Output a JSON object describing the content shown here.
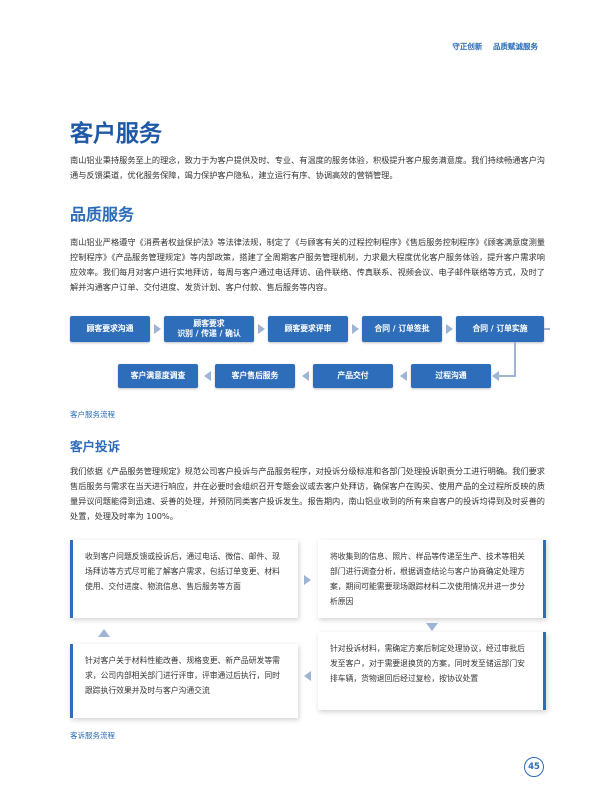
{
  "header": {
    "tag1": "守正创新",
    "tag2": "品质赋诚服务"
  },
  "title": "客户服务",
  "intro": "南山铝业秉持服务至上的理念，致力于为客户提供及时、专业、有温度的服务体验，积极提升客户服务满意度。我们持续畅通客户沟通与反馈渠道，优化服务保障，竭力保护客户隐私，建立运行有序、协调高效的营销管理。",
  "quality": {
    "heading": "品质服务",
    "text": "南山铝业严格遵守《消费者权益保护法》等法律法规，制定了《与顾客有关的过程控制程序》《售后服务控制程序》《顾客满意度测量控制程序》《产品服务管理规定》等内部政策，搭建了全周期客户服务管理机制，力求最大程度优化客户服务体验，提升客户需求响应效率。我们每月对客户进行实地拜访，每周与客户通过电话拜访、函件联络、传真联系、视频会议、电子邮件联络等方式，及时了解并沟通客户订单、交付进度、发货计划、客户付款、售后服务等内容。"
  },
  "service_flow": {
    "row1": [
      "顾客要求沟通",
      "顾客要求\n识别 / 传递 / 确认",
      "顾客要求评审",
      "合同 / 订单签批",
      "合同 / 订单实施"
    ],
    "row2": [
      "客户满意度调查",
      "客户售后服务",
      "产品交付",
      "过程沟通"
    ],
    "caption": "客户服务流程"
  },
  "complaint": {
    "heading": "客户投诉",
    "text": "我们依据《产品服务管理规定》规范公司客户投诉与产品服务程序，对投诉分级标准和各部门处理投诉职责分工进行明确。我们要求售后服务与需求在当天进行响应，并在必要时会组织召开专题会议或去客户处拜访，确保客户在购买、使用产品的全过程所反映的质量异议问题能得到迅速、妥善的处理，并预防同类客户投诉发生。报告期内，南山铝业收到的所有来自客户的投诉均得到及时妥善的处置，处理及时率为 100%。"
  },
  "complaint_flow": {
    "step1": "收到客户问题反馈或投诉后，通过电话、微信、邮件、现场拜访等方式尽可能了解客户需求，包括订单变更、材料使用、交付进度、物流信息、售后服务等方面",
    "step2": "将收集到的信息、照片、样品等传递至生产、技术等相关部门进行调查分析，根据调查结论与客户协商确定处理方案，期间可能需要现场跟踪材料二次使用情况并进一步分析原因",
    "step3": "针对投诉材料，需确定方案后制定处理协议，经过审批后发至客户，对于需要退换货的方案，同时发至储运部门安排车辆，货物退回后经过复检，按协议处置",
    "step4": "针对客户关于材料性能改善、规格变更、新产品研发等需求，公司内部相关部门进行评审，评审通过后执行，同时跟踪执行效果并及时与客户沟通交流",
    "caption": "客诉服务流程"
  },
  "page_number": "45"
}
